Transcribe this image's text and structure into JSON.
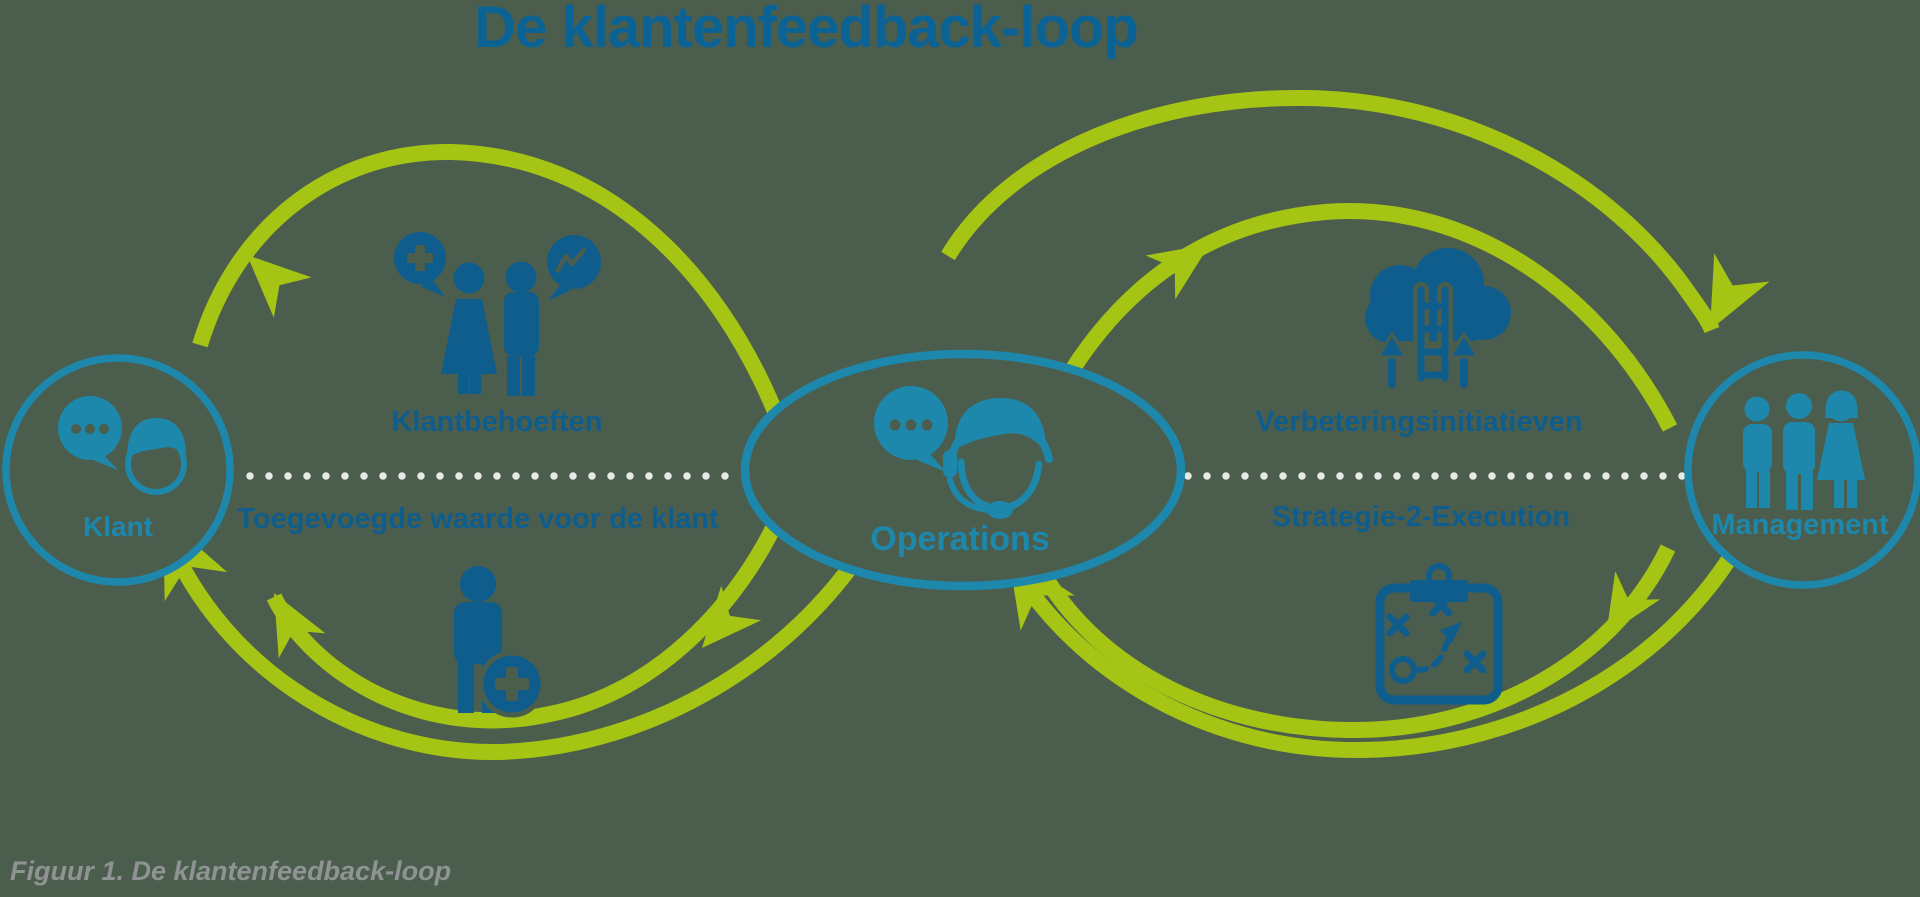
{
  "title": "De klantenfeedback-loop",
  "caption": "Figuur 1. De klantenfeedback-loop",
  "diagram": {
    "nodes": [
      {
        "id": "klant",
        "label": "Klant",
        "icon": "customer-chat-icon"
      },
      {
        "id": "operations",
        "label": "Operations",
        "icon": "operator-headset-icon"
      },
      {
        "id": "management",
        "label": "Management",
        "icon": "team-icon"
      }
    ],
    "left_loop": {
      "top_label": "Klantbehoeften",
      "top_icon": "customer-needs-people-icon",
      "bottom_label": "Toegevoegde waarde voor de klant",
      "bottom_icon": "person-added-value-icon"
    },
    "right_loop": {
      "top_label": "Verbeteringsinitiatieven",
      "top_icon": "cloud-ladder-icon",
      "bottom_label": "Strategie-2-Execution",
      "bottom_icon": "strategy-board-icon"
    }
  },
  "colors": {
    "background": "#4b5e4e",
    "loop_green": "#a5c413",
    "node_teal": "#1e87ac",
    "label_dark_blue": "#0f5d8c",
    "title_blue": "#0b6295",
    "dotted_line": "#e7e9e5",
    "caption_gray": "#8f9393"
  }
}
